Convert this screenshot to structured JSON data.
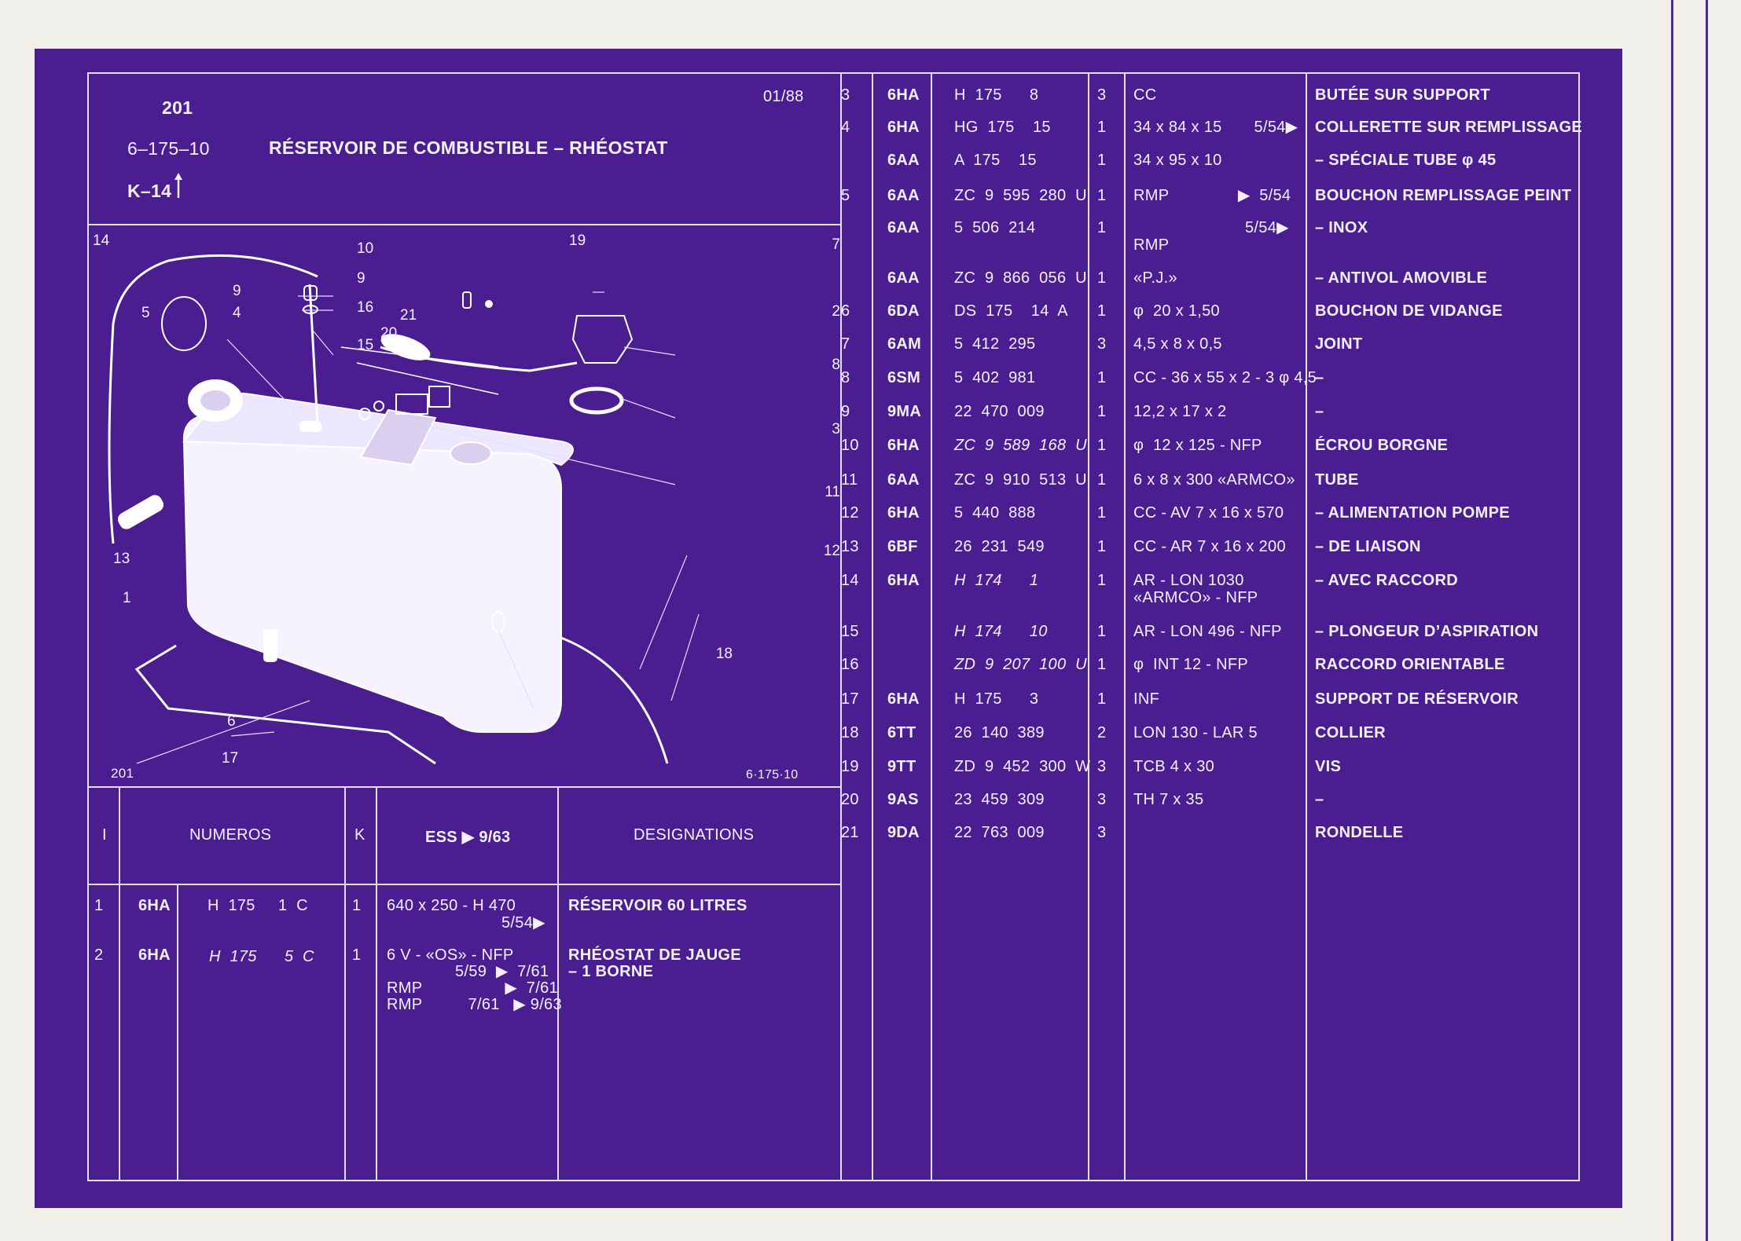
{
  "header": {
    "plate": "201",
    "ref": "6–175–10",
    "title": "RÉSERVOIR DE COMBUSTIBLE – RHÉOSTAT",
    "grid": "K–14",
    "date": "01/88"
  },
  "drawing": {
    "footer_left": "201",
    "footer_right": "6·175·10",
    "callouts": [
      "14",
      "10",
      "9",
      "16",
      "21",
      "20",
      "15",
      "5",
      "4",
      "9",
      "19",
      "7",
      "2",
      "8",
      "3",
      "11",
      "12",
      "13",
      "1",
      "18",
      "6",
      "17"
    ]
  },
  "left_table": {
    "headers": {
      "index": "I",
      "numeros": "NUMEROS",
      "k": "K",
      "ess": "ESS ▶ 9/63",
      "designations": "DESIGNATIONS"
    },
    "rows": [
      {
        "i": "1",
        "code": "6HA",
        "num": "H  175     1  C",
        "k": "1",
        "ess1": "640 x 250 - H 470",
        "ess2": "5/54▶",
        "des1": "RÉSERVOIR 60 LITRES"
      },
      {
        "i": "2",
        "code": "6HA",
        "num": "H  175      5  C",
        "k": "1",
        "ess1": "6 V - «OS» - NFP",
        "ess2": "5/59  ▶  7/61",
        "ess3": "RMP                  ▶  7/61",
        "ess4": "RMP          7/61   ▶ 9/63",
        "des1": "RHÉOSTAT DE JAUGE",
        "des2": "– 1 BORNE"
      }
    ]
  },
  "right_table": {
    "rows": [
      {
        "i": "3",
        "code": "6HA",
        "num": "H  175      8",
        "k": "3",
        "spec": "CC",
        "des": "BUTÉE SUR SUPPORT"
      },
      {
        "i": "4",
        "code": "6HA",
        "num": "HG  175    15",
        "k": "1",
        "spec": "34 x 84 x 15       5/54▶",
        "des": "COLLERETTE SUR REMPLISSAGE"
      },
      {
        "i": "",
        "code": "6AA",
        "num": "A  175    15",
        "k": "1",
        "spec": "34 x 95 x 10",
        "des": "– SPÉCIALE TUBE φ 45"
      },
      {
        "i": "5",
        "code": "6AA",
        "num": "ZC  9  595  280  U",
        "k": "1",
        "spec": "RMP               ▶  5/54",
        "des": "BOUCHON REMPLISSAGE PEINT"
      },
      {
        "i": "",
        "code": "6AA",
        "num": "5  506  214",
        "k": "1",
        "spec": "5/54▶",
        "spec2": "RMP",
        "des": "– INOX"
      },
      {
        "i": "",
        "code": "6AA",
        "num": "ZC  9  866  056  U",
        "k": "1",
        "spec": "«P.J.»",
        "des": "– ANTIVOL AMOVIBLE"
      },
      {
        "i": "6",
        "code": "6DA",
        "num": "DS  175    14  A",
        "k": "1",
        "spec": "φ  20 x 1,50",
        "des": "BOUCHON DE VIDANGE"
      },
      {
        "i": "7",
        "code": "6AM",
        "num": "5  412  295",
        "k": "3",
        "spec": "4,5 x 8 x 0,5",
        "des": "JOINT"
      },
      {
        "i": "8",
        "code": "6SM",
        "num": "5  402  981",
        "k": "1",
        "spec": "CC - 36 x 55 x 2 - 3 φ 4,5",
        "des": "–"
      },
      {
        "i": "9",
        "code": "9MA",
        "num": "22  470  009",
        "k": "1",
        "spec": "12,2 x 17 x 2",
        "des": "–"
      },
      {
        "i": "10",
        "code": "6HA",
        "num": "ZC  9  589  168  U",
        "k": "1",
        "spec": "φ  12 x 125 - NFP",
        "des": "ÉCROU BORGNE",
        "italic": true
      },
      {
        "i": "11",
        "code": "6AA",
        "num": "ZC  9  910  513  U",
        "k": "1",
        "spec": "6 x 8 x 300 «ARMCO»",
        "des": "TUBE"
      },
      {
        "i": "12",
        "code": "6HA",
        "num": "5  440  888",
        "k": "1",
        "spec": "CC - AV 7 x 16 x 570",
        "des": "– ALIMENTATION POMPE"
      },
      {
        "i": "13",
        "code": "6BF",
        "num": "26  231  549",
        "k": "1",
        "spec": "CC - AR 7 x 16 x 200",
        "des": "– DE LIAISON"
      },
      {
        "i": "14",
        "code": "6HA",
        "num": "H  174      1",
        "k": "1",
        "spec": "AR - LON 1030",
        "spec2": "«ARMCO» - NFP",
        "des": "– AVEC RACCORD",
        "italic": true
      },
      {
        "i": "15",
        "code": "",
        "num": "H  174      10",
        "k": "1",
        "spec": "AR - LON 496 - NFP",
        "des": "– PLONGEUR D’ASPIRATION",
        "italic": true
      },
      {
        "i": "16",
        "code": "",
        "num": "ZD  9  207  100  U",
        "k": "1",
        "spec": "φ  INT 12 - NFP",
        "des": "RACCORD ORIENTABLE",
        "italic": true
      },
      {
        "i": "17",
        "code": "6HA",
        "num": "H  175      3",
        "k": "1",
        "spec": "INF",
        "des": "SUPPORT DE RÉSERVOIR"
      },
      {
        "i": "18",
        "code": "6TT",
        "num": "26  140  389",
        "k": "2",
        "spec": "LON 130 - LAR 5",
        "des": "COLLIER"
      },
      {
        "i": "19",
        "code": "9TT",
        "num": "ZD  9  452  300  W",
        "k": "3",
        "spec": "TCB 4 x 30",
        "des": "VIS"
      },
      {
        "i": "20",
        "code": "9AS",
        "num": "23  459  309",
        "k": "3",
        "spec": "TH 7 x 35",
        "des": "–"
      },
      {
        "i": "21",
        "code": "9DA",
        "num": "22  763  009",
        "k": "3",
        "spec": "",
        "des": "RONDELLE"
      }
    ]
  },
  "colors": {
    "sheet": "#4a1e91",
    "ink": "#f4f0ff",
    "paper": "#f1efe9"
  }
}
